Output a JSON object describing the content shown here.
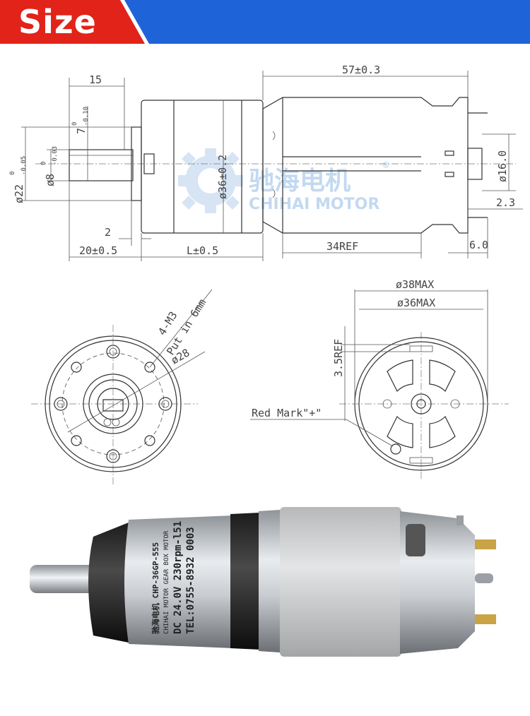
{
  "header": {
    "title": "Size",
    "colors": {
      "left": "#e2231a",
      "right": "#1f63d8",
      "divider": "#ffffff"
    }
  },
  "drawing": {
    "top_view": {
      "dims": {
        "shaft_length": "15",
        "key_height": "7",
        "key_tol_upper": "0",
        "key_tol_lower": "-0.10",
        "flange_dia": "ø22",
        "flange_tol_upper": "0",
        "flange_tol_lower": "-0.05",
        "shaft_dia": "ø8",
        "shaft_tol_upper": "0",
        "shaft_tol_lower": "-0.03",
        "boss": "2",
        "shaft_total": "20±0.5",
        "gear_length": "L±0.5",
        "body_dia": "ø36±0.2",
        "motor_length": "57±0.3",
        "can_length": "34REF",
        "rear_dia": "ø16.0",
        "terminal_offset": "2.3",
        "terminal_length": "6.0"
      }
    },
    "front_view": {
      "screws": "4-M3",
      "screw_depth": "Put in 6mm",
      "pcd": "ø28"
    },
    "rear_view": {
      "max_dia": "ø38MAX",
      "can_dia": "ø36MAX",
      "terminal_ref": "3.5REF",
      "red_mark": "Red Mark\"+\""
    },
    "watermark": {
      "cn": "驰海电机",
      "en": "CHIHAI MOTOR",
      "reg": "®"
    }
  },
  "photo": {
    "label_lines": [
      "驰海电机   CHP-36GP-555",
      "CHIHAI MOTOR   GEAR BOX MOTOR",
      "DC 24.0V   230rpm-l51",
      "TEL:0755-8932 0003"
    ]
  }
}
